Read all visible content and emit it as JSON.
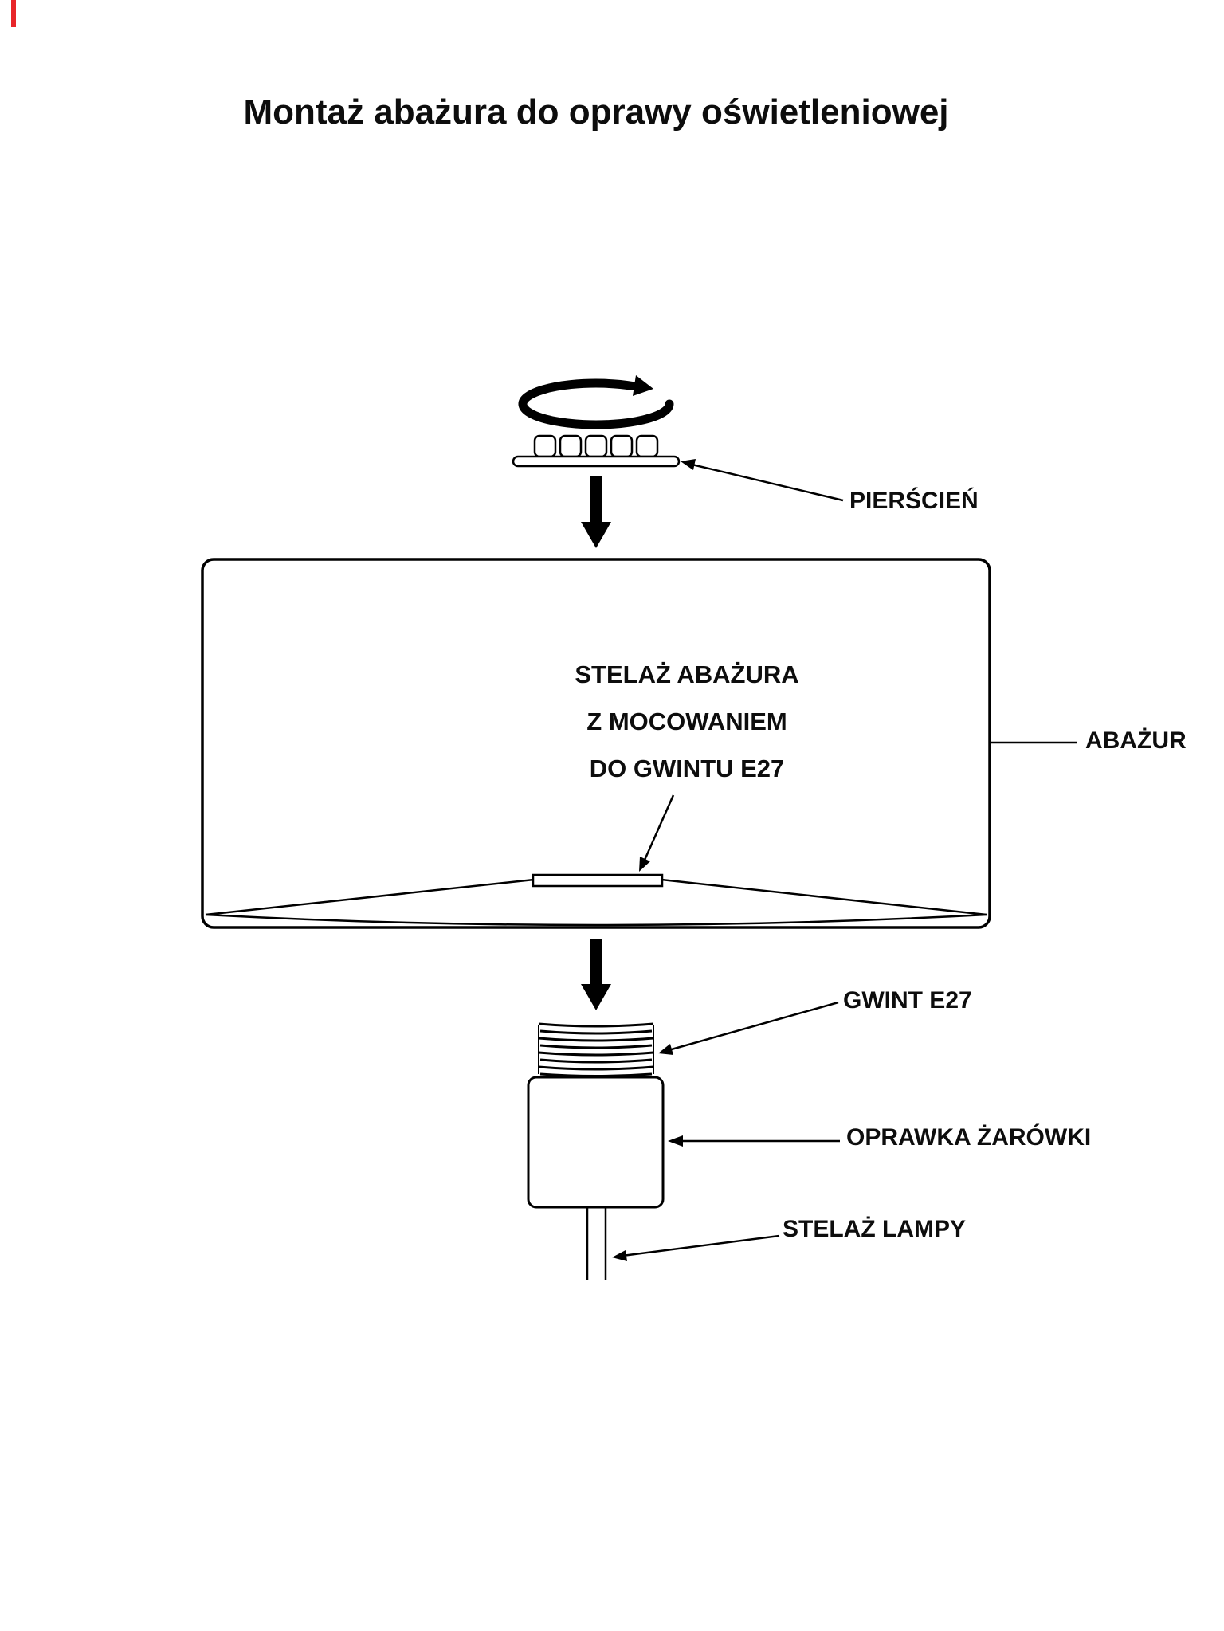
{
  "title": "Montaż abażura do oprawy oświetleniowej",
  "shade": {
    "line1": "STELAŻ ABAŻURA",
    "line2": "Z MOCOWANIEM",
    "line3": "DO GWINTU E27"
  },
  "labels": {
    "ring": "PIERŚCIEŃ",
    "shade": "ABAŻUR",
    "thread": "GWINT E27",
    "socket": "OPRAWKA ŻARÓWKI",
    "frame": "STELAŻ LAMPY"
  },
  "icons": {
    "rotation_arrow": "clockwise-rotation-arrow",
    "flow_arrow": "thick-down-arrow",
    "pointer": "thin-leader-line-arrow"
  },
  "colors": {
    "ink": "#000000",
    "background": "#ffffff",
    "artifact_red": "#e8262a"
  }
}
